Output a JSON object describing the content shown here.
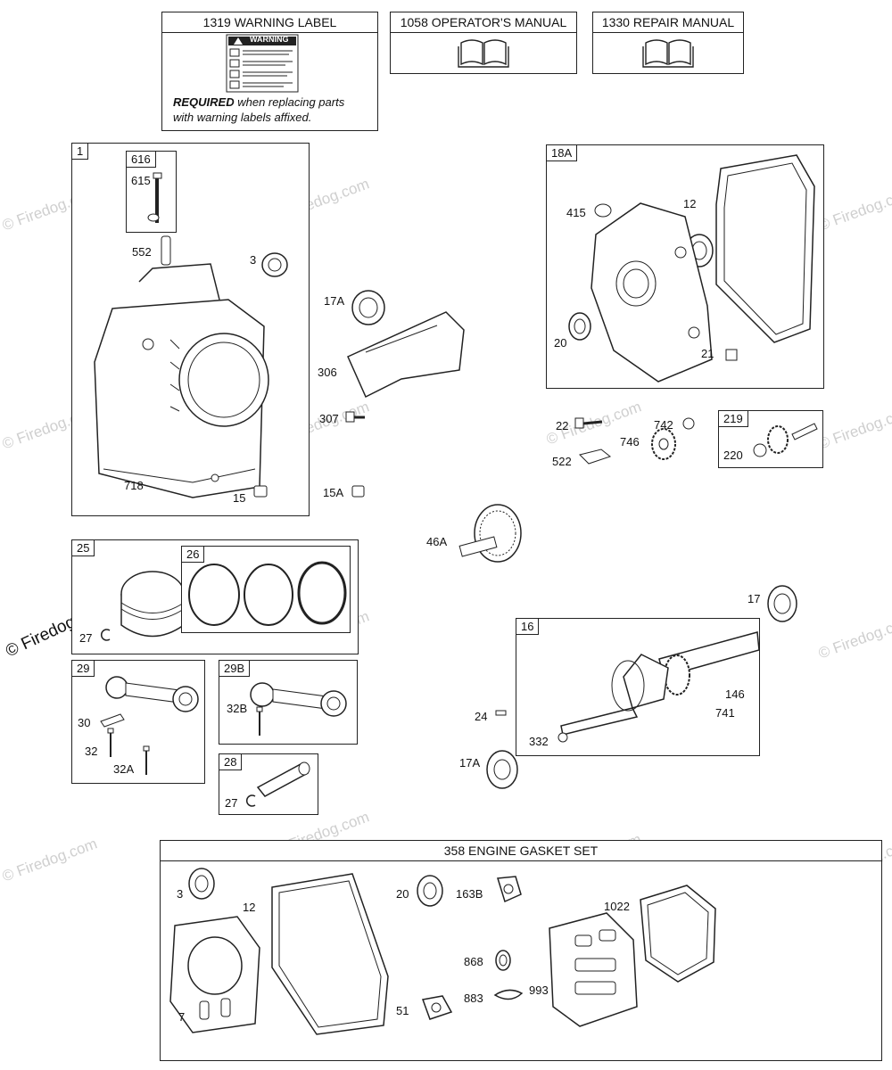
{
  "watermark": {
    "text": "© Firedog.com",
    "corner_text": "© Firedog.com"
  },
  "top_boxes": {
    "warning": {
      "title": "1319 WARNING LABEL",
      "label_head": "WARNING",
      "required_word": "REQUIRED",
      "required_rest": " when replacing parts",
      "required_line2": "with warning labels affixed."
    },
    "operators": {
      "title": "1058 OPERATOR'S MANUAL"
    },
    "repair": {
      "title": "1330 REPAIR MANUAL"
    }
  },
  "block": {
    "tag": "1",
    "sub_tag": "616",
    "parts": [
      "615",
      "552",
      "3",
      "718",
      "15"
    ]
  },
  "cover": {
    "tag": "18A",
    "parts": [
      "415",
      "12",
      "17",
      "20",
      "21"
    ]
  },
  "middle_parts": [
    "17A",
    "306",
    "307",
    "15A",
    "46A"
  ],
  "gear_parts": {
    "loose": [
      "22",
      "742",
      "746",
      "522"
    ],
    "box_tag": "219",
    "box_parts": [
      "220"
    ]
  },
  "piston": {
    "tag": "25",
    "parts": [
      "27"
    ],
    "rings_tag": "26"
  },
  "rod": {
    "tag": "29",
    "parts": [
      "30",
      "32",
      "32A"
    ]
  },
  "rod_b": {
    "tag": "29B",
    "parts": [
      "32B"
    ]
  },
  "pin": {
    "tag": "28",
    "parts": [
      "27"
    ]
  },
  "crank": {
    "tag": "16",
    "parts": [
      "146",
      "741",
      "332"
    ],
    "outside": [
      "17",
      "24",
      "17A"
    ]
  },
  "gasket_set": {
    "title": "358 ENGINE GASKET SET",
    "parts": [
      "3",
      "12",
      "7",
      "20",
      "163B",
      "51",
      "868",
      "883",
      "993",
      "1022"
    ]
  }
}
